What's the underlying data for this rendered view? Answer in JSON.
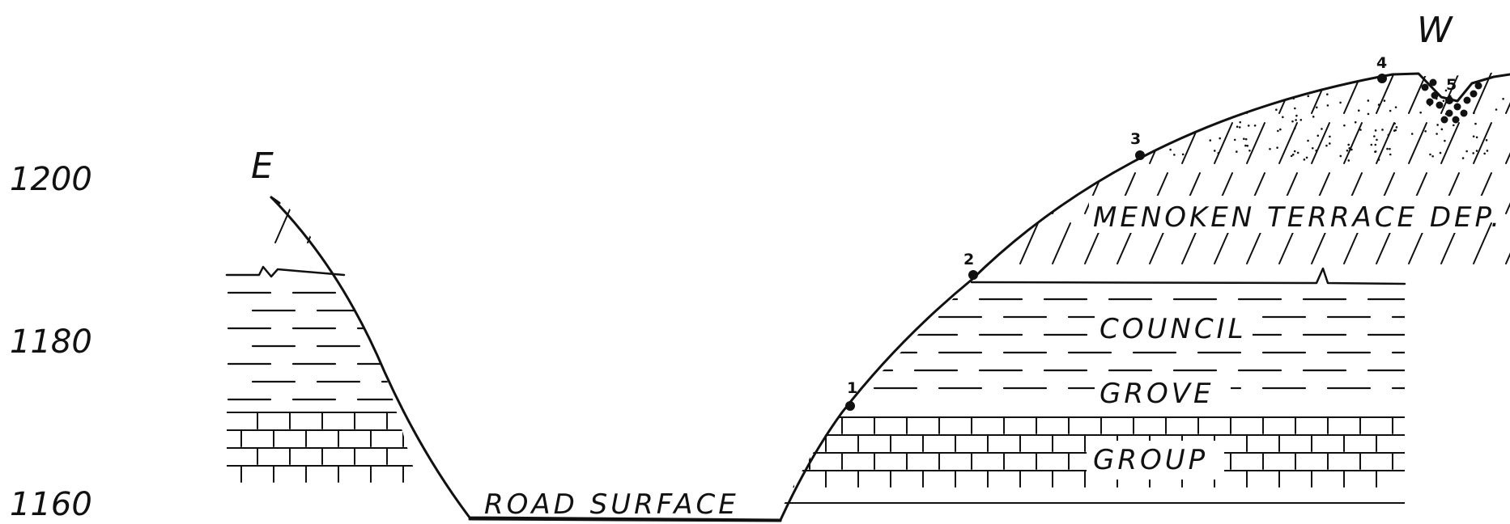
{
  "elevations": [
    "1200",
    "1180",
    "1160"
  ],
  "directions": {
    "east": "E",
    "west": "W"
  },
  "units": {
    "terrace": "MENOKEN TERRACE DEP.",
    "council": "COUNCIL",
    "grove": "GROVE",
    "group": "GROUP",
    "road": "ROAD SURFACE"
  },
  "stations": [
    "1",
    "2",
    "3",
    "4",
    "5"
  ],
  "colors": {
    "ink": "#111111",
    "paper": "#ffffff"
  }
}
